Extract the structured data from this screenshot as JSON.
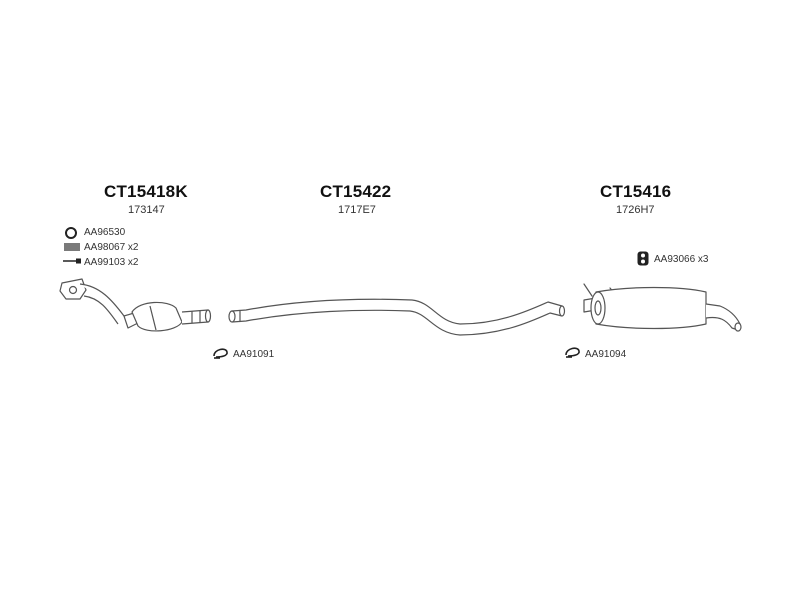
{
  "sections": [
    {
      "code": "CT15418K",
      "ref": "173147",
      "accessories": [
        {
          "icon": "ring-gasket-icon",
          "label": "AA96530"
        },
        {
          "icon": "spring-icon",
          "label": "AA98067 x2"
        },
        {
          "icon": "bolt-icon",
          "label": "AA99103 x2"
        },
        {
          "icon": "clamp-icon",
          "label": "AA91091"
        }
      ]
    },
    {
      "code": "CT15422",
      "ref": "1717E7",
      "accessories": []
    },
    {
      "code": "CT15416",
      "ref": "1726H7",
      "accessories": [
        {
          "icon": "rubber-mount-icon",
          "label": "AA93066 x3"
        },
        {
          "icon": "clamp-icon",
          "label": "AA91094"
        }
      ]
    }
  ],
  "colors": {
    "line": "#555555",
    "text": "#222222",
    "background": "#ffffff"
  }
}
